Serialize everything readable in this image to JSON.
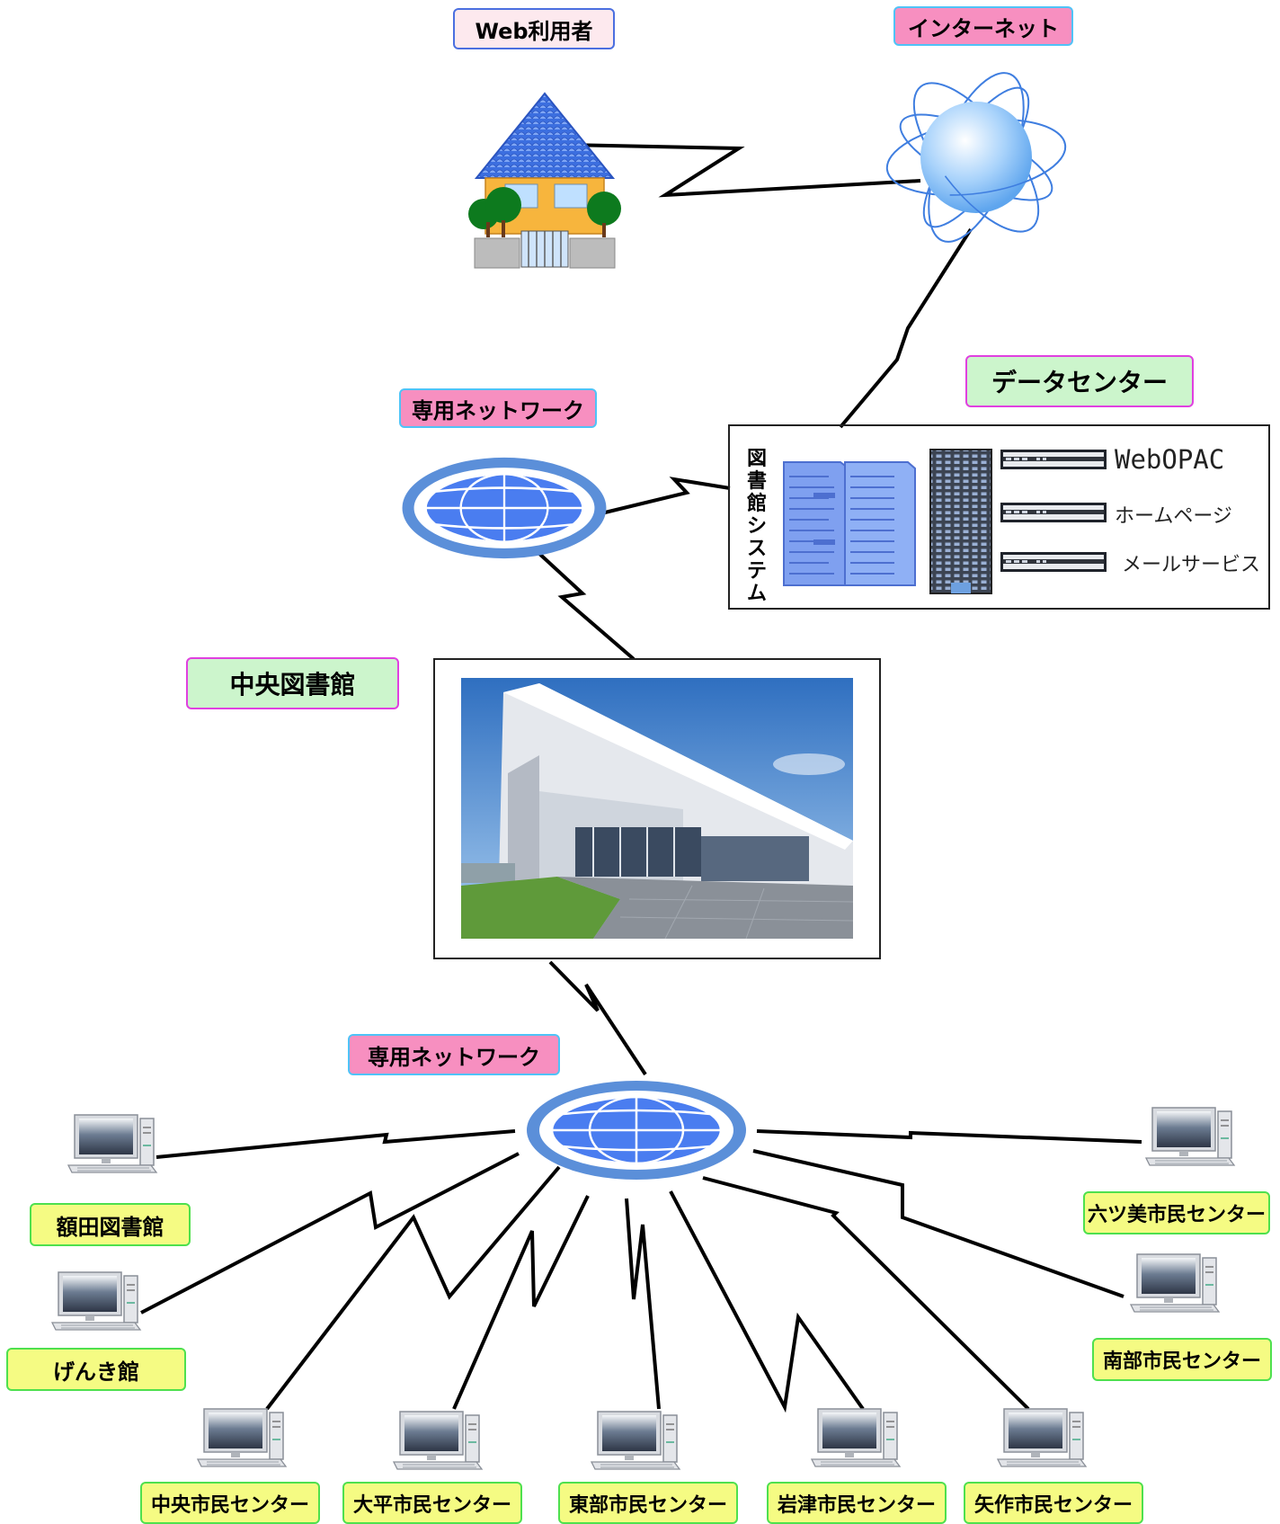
{
  "labels": {
    "web_user": "Web利用者",
    "internet": "インターネット",
    "data_center": "データセンター",
    "private_network_top": "専用ネットワーク",
    "private_network_bottom": "専用ネットワーク",
    "central_library": "中央図書館",
    "library_system": "図書館システム"
  },
  "services": [
    "WebOPAC",
    "ホームページ",
    "メールサービス"
  ],
  "branches": {
    "nukata": "額田図書館",
    "genkikan": "げんき館",
    "chuo": "中央市民センター",
    "ohira": "大平市民センター",
    "tobu": "東部市民センター",
    "iwazu": "岩津市民センター",
    "yahagi": "矢作市民センター",
    "mutsumi": "六ツ美市民センター",
    "nanbu": "南部市民センター"
  },
  "colors": {
    "network_blue": "#5b8fd9",
    "pink_label": "#f78fc0",
    "green_label": "#ccf5cc",
    "yellow_label": "#f5fb83"
  }
}
